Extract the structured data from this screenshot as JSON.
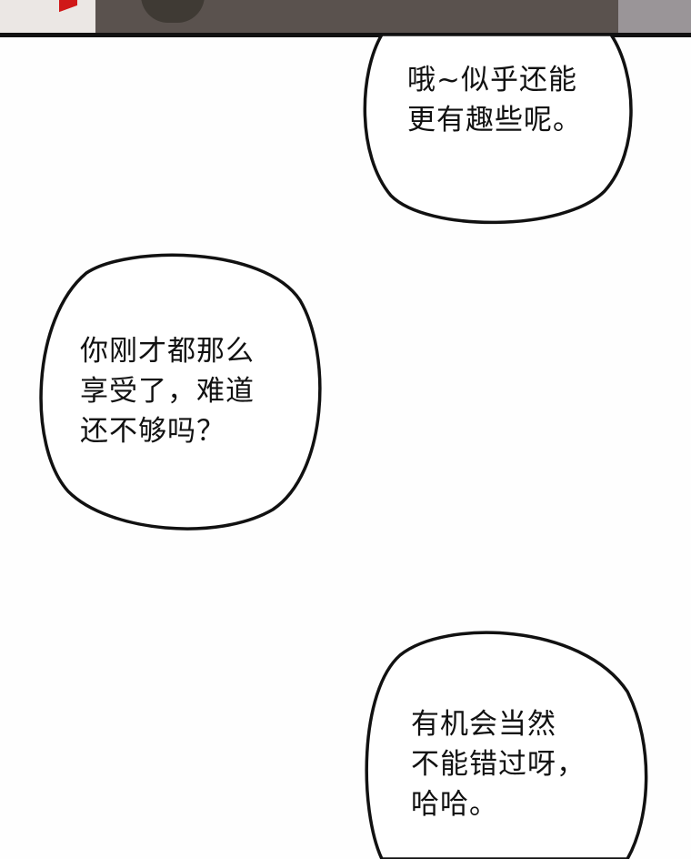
{
  "bubbles": [
    {
      "lines": [
        "哦~似乎还能",
        "更有趣些呢。"
      ]
    },
    {
      "lines": [
        "你刚才都那么",
        "享受了，难道",
        "还不够吗？"
      ]
    },
    {
      "lines": [
        "有机会当然",
        "不能错过呀，",
        "哈哈。"
      ]
    }
  ]
}
